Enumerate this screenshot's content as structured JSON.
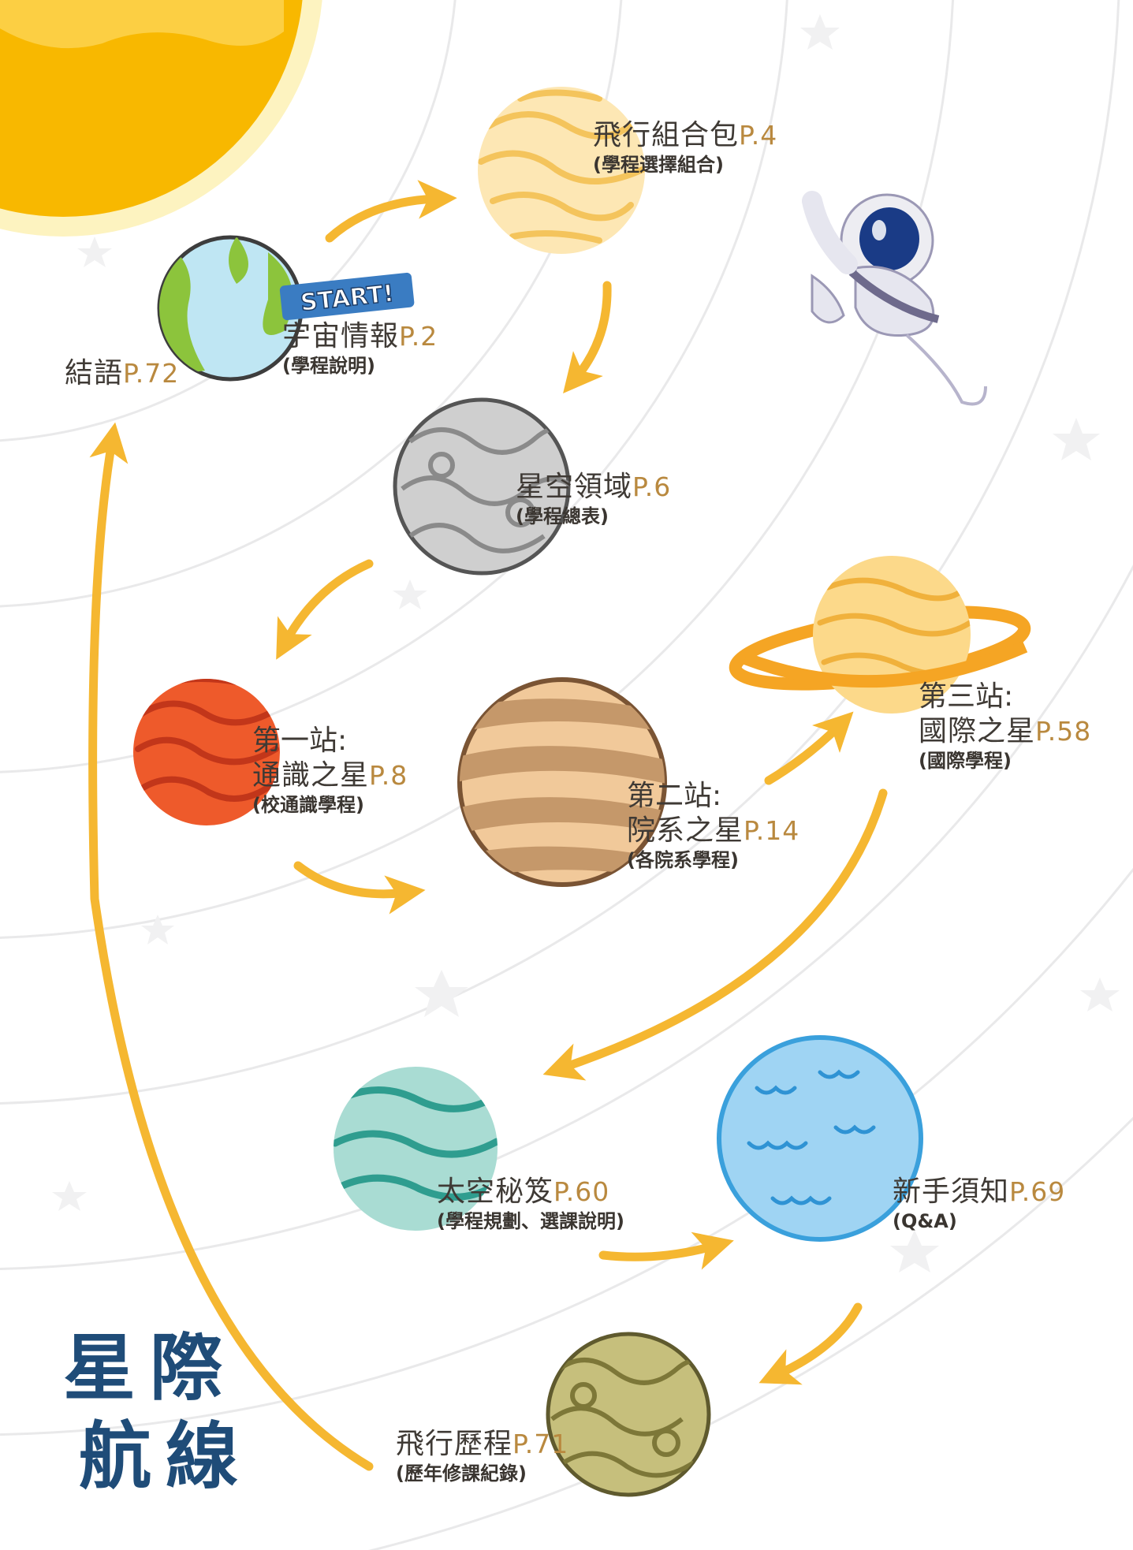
{
  "heading": {
    "line1": "星際",
    "line2": "航線"
  },
  "start_badge": "START!",
  "stops": [
    {
      "id": "cosmos-info",
      "title": "宇宙情報",
      "page": "P.2",
      "subtitle": "(學程說明)"
    },
    {
      "id": "flight-pack",
      "title": "飛行組合包",
      "page": "P.4",
      "subtitle": "(學程選擇組合)"
    },
    {
      "id": "starry-domain",
      "title": "星空領域",
      "page": "P.6",
      "subtitle": "(學程總表)"
    },
    {
      "id": "station-1",
      "station": "第一站:",
      "title": "通識之星",
      "page": "P.8",
      "subtitle": "(校通識學程)"
    },
    {
      "id": "station-2",
      "station": "第二站:",
      "title": "院系之星",
      "page": "P.14",
      "subtitle": "(各院系學程)"
    },
    {
      "id": "station-3",
      "station": "第三站:",
      "title": "國際之星",
      "page": "P.58",
      "subtitle": "(國際學程)"
    },
    {
      "id": "space-secrets",
      "title": "太空秘笈",
      "page": "P.60",
      "subtitle": "(學程規劃、選課說明)"
    },
    {
      "id": "newbie-notes",
      "title": "新手須知",
      "page": "P.69",
      "subtitle": "(Q&A)"
    },
    {
      "id": "flight-history",
      "title": "飛行歷程",
      "page": "P.71",
      "subtitle": "(歷年修課紀錄)"
    },
    {
      "id": "conclusion",
      "title": "結語",
      "page": "P.72"
    }
  ],
  "colors": {
    "arrow": "#f5b731",
    "page_number": "#b9893f",
    "heading": "#1f4c78",
    "sun": "#f8b800",
    "orbit": "#e9e9ea"
  }
}
